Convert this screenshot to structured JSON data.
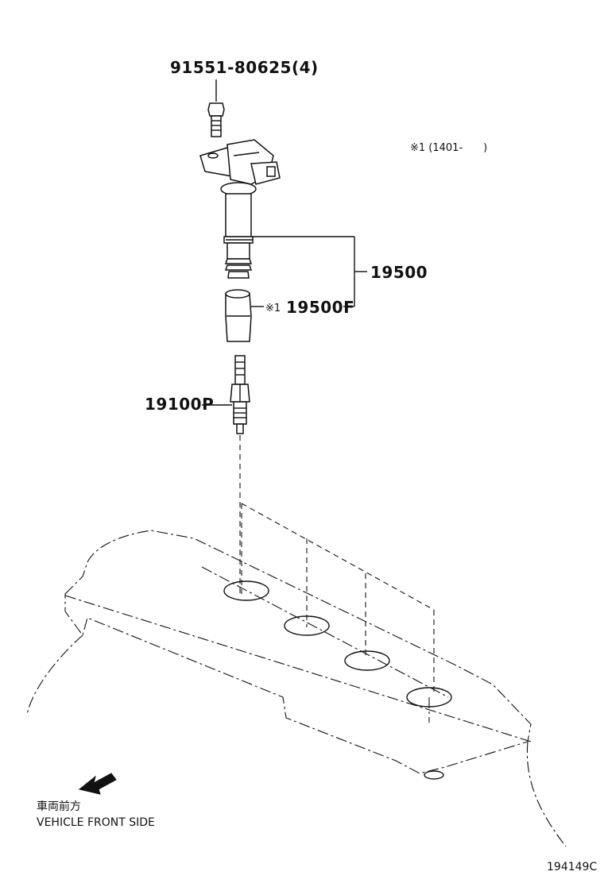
{
  "labels": {
    "bolt": "91551-80625(4)",
    "ignition_coil": "19500",
    "coil_sub": "19500F",
    "coil_sub_mark": "※1",
    "spark_plug": "19100P",
    "note": "※1 (1401-　　)"
  },
  "direction": {
    "japanese": "車両前方",
    "english": "VEHICLE FRONT SIDE"
  },
  "figure_code": "194149C"
}
